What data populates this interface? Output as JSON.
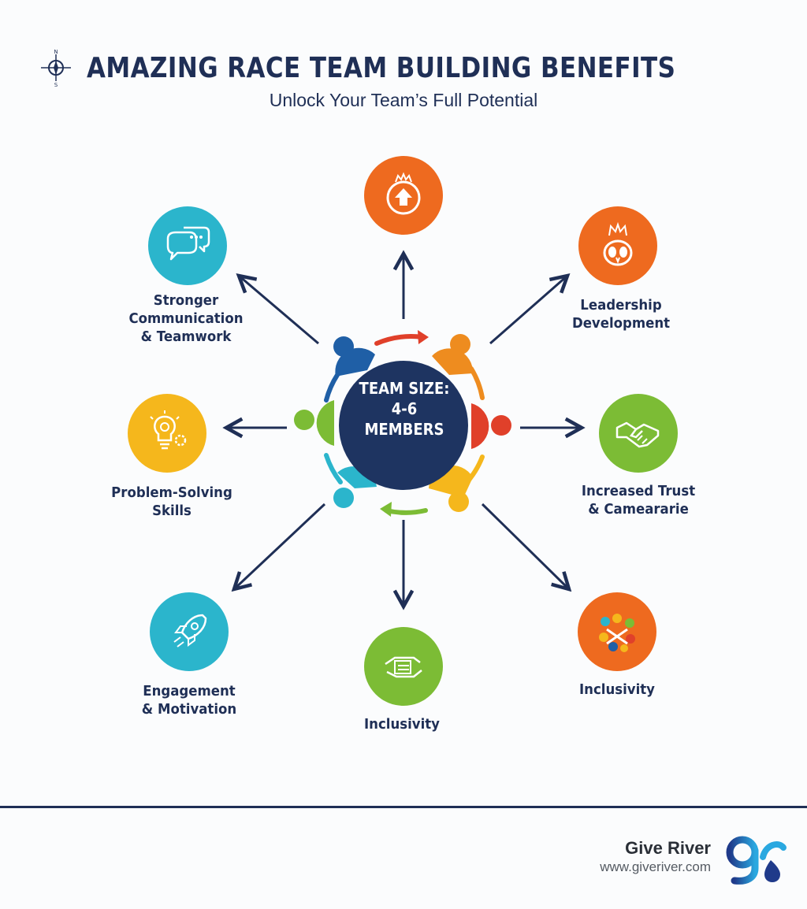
{
  "header": {
    "title": "AMAZING RACE TEAM BUILDING BENEFITS",
    "subtitle": "Unlock Your Team’s Full Potential",
    "compass_letters": {
      "n": "N",
      "s": "S"
    }
  },
  "center": {
    "line1": "TEAM SIZE:",
    "line2": "4-6",
    "line3": "MEMBERS"
  },
  "benefits": {
    "top": {
      "icon": "crown-arrow-up-icon",
      "color": "#ee6a1f"
    },
    "top_right": {
      "line1": "Leadership",
      "line2": "Development",
      "icon": "crown-head-icon",
      "color": "#ee6a1f"
    },
    "right": {
      "line1": "Increased Trust",
      "line2": "& Camearari﻿e",
      "icon": "handshake-icon",
      "color": "#7cbc35"
    },
    "bottom_right": {
      "line1": "Inclusivity",
      "icon": "diverse-people-icon",
      "color": "#ee6a1f"
    },
    "bottom": {
      "line1": "Inclusivity",
      "icon": "hands-together-icon",
      "color": "#7cbc35"
    },
    "bottom_left": {
      "line1": "Engagement",
      "line2": "& Motivation",
      "icon": "rocket-icon",
      "color": "#2bb5cc"
    },
    "left": {
      "line1": "Problem-Solving",
      "line2": "Skills",
      "icon": "lightbulb-gears-icon",
      "color": "#f5b71c"
    },
    "top_left": {
      "line1": "Stronger",
      "line2": "Communication",
      "line3": "& Teamwork",
      "icon": "chat-bubbles-icon",
      "color": "#2bb5cc"
    }
  },
  "colors": {
    "navy": "#1f2f56",
    "orange": "#ee6a1f",
    "teal": "#2bb5cc",
    "green": "#7cbc35",
    "yellow": "#f5b71c",
    "blue": "#1f5fa6",
    "red": "#e0402a"
  },
  "footer": {
    "brand": "Give River",
    "url": "www.giveriver.com",
    "logo_icon": "give-river-logo-icon"
  }
}
